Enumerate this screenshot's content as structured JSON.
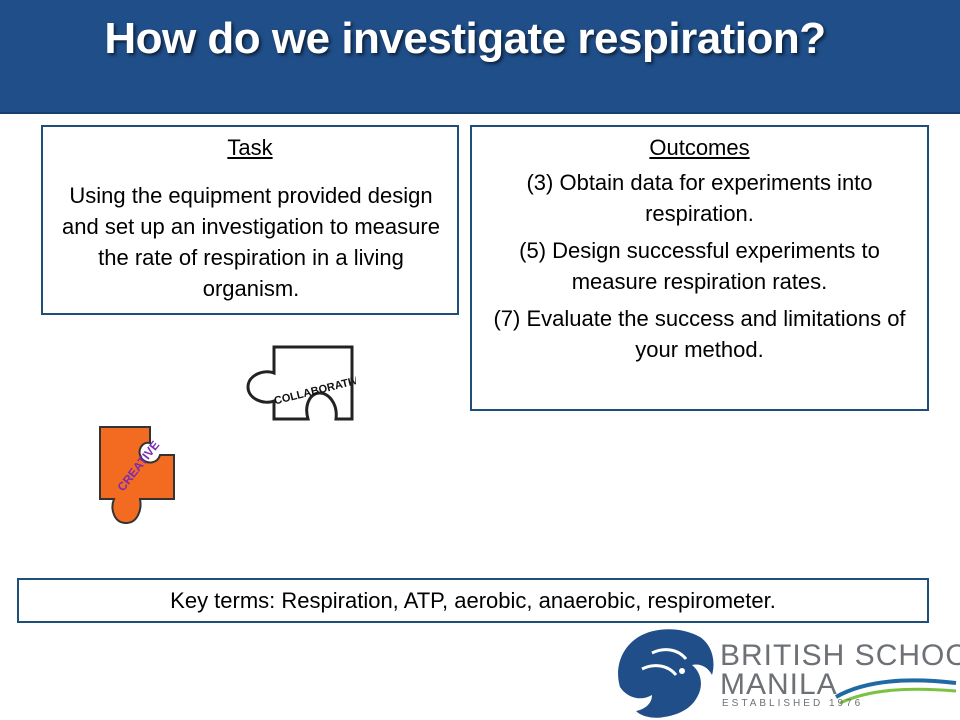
{
  "header": {
    "title": "How do we investigate respiration?",
    "background_color": "#1f4e89"
  },
  "task": {
    "heading": "Task",
    "text": "Using the equipment provided design and set up an investigation to measure the rate of respiration in a living organism."
  },
  "outcomes": {
    "heading": "Outcomes",
    "items": [
      "(3) Obtain data for experiments into respiration.",
      "(5) Design successful experiments to measure respiration rates.",
      "(7) Evaluate the success and limitations of your method."
    ]
  },
  "badges": {
    "collaborative": {
      "label": "COLLABORATIVE",
      "icon": "puzzle-piece-icon"
    },
    "creative": {
      "label": "CREATIVE",
      "icon": "puzzle-piece-icon",
      "color": "#f26b21"
    }
  },
  "key_terms": {
    "text": "Key terms: Respiration, ATP, aerobic, anaerobic, respirometer."
  },
  "logo": {
    "line1": "BRITISH SCHOOL",
    "line2": "MANILA",
    "line3": "ESTABLISHED 1976",
    "icon": "lion-head-icon",
    "color": "#1f4e89"
  }
}
